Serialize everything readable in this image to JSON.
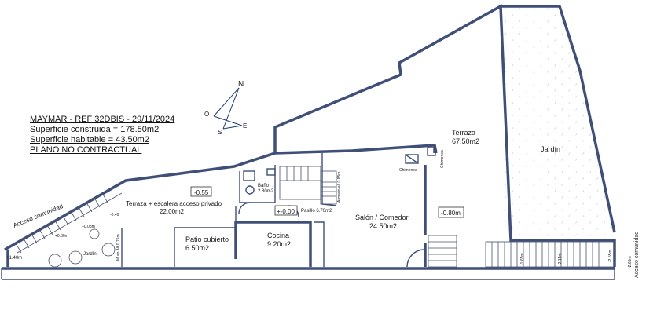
{
  "info": {
    "line1": "MAYMAR - REF 32DBIS - 29/11/2024",
    "line2": "Superficie construida = 178.50m2",
    "line3": "Superficie habitable = 43.50m2",
    "line4": "PLANO NO CONTRACTUAL"
  },
  "compass": {
    "n": "N",
    "o": "O",
    "s": "S",
    "e": "E"
  },
  "rooms": {
    "terraza_top": {
      "name": "Terraza",
      "area": "67.50m2"
    },
    "jardin": {
      "name": "Jardín"
    },
    "terraza_escalera": {
      "name": "Terraza + escalera acceso privado",
      "area": "22.00m2"
    },
    "patio": {
      "name": "Patio cubierto",
      "area": "6.50m2"
    },
    "cocina": {
      "name": "Cocina",
      "area": "9.20m2"
    },
    "salon": {
      "name": "Salón / Comedor",
      "area": "24.50m2"
    },
    "bano": {
      "name": "Baño",
      "area": "2.80m2"
    },
    "pasillo": {
      "name": "Pasillo 6.70m2"
    },
    "jardin_small": {
      "name": "Jardín"
    }
  },
  "labels": {
    "acceso_left": "Acceso comunidad",
    "acceso_right": "Acceso comunidad",
    "chimenea1": "Chimenea",
    "chimenea2": "Chimenea",
    "armario": "Armario alt 0.85m",
    "muro": "Muro Alt 0.75m"
  },
  "levels": {
    "l_055": "-0.55",
    "l_000": "+-0.00",
    "l_080": "-0.80m",
    "l_040": "-0.40",
    "l_008": "+0.08m",
    "l_080b": "+0.80m",
    "l_140": "+1.40m",
    "l_165": "-1.65m",
    "l_215": "-2.15m",
    "l_255": "-2.55m",
    "l_265": "-2.65m"
  }
}
